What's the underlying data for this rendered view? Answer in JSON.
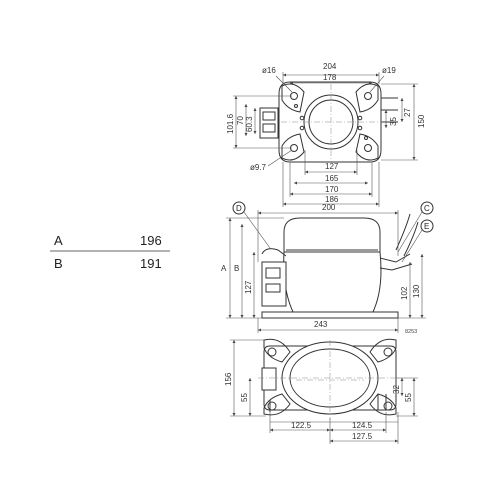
{
  "table": {
    "rows": [
      {
        "label": "A",
        "value": "196"
      },
      {
        "label": "B",
        "value": "191"
      }
    ]
  },
  "top_view": {
    "d204": "204",
    "d178": "178",
    "d16": "ø16",
    "d19": "ø19",
    "d101_6": "101.6",
    "d70": "70",
    "d60_3": "60.3",
    "d35": "35",
    "d27": "27",
    "d150": "150",
    "d127": "127",
    "d165": "165",
    "d97": "ø9.7",
    "d170": "170",
    "d186": "186"
  },
  "side_view": {
    "d200": "200",
    "d243": "243",
    "d127": "127",
    "d102": "102",
    "d130": "130",
    "lbl_a": "A",
    "lbl_b": "B",
    "callouts": [
      "D",
      "C",
      "E"
    ],
    "ref": "8253"
  },
  "bottom_view": {
    "d156": "156",
    "d55_left": "55",
    "d55_right": "55",
    "d32": "32",
    "d122_5": "122.5",
    "d124_5": "124.5",
    "d127_5": "127.5"
  }
}
